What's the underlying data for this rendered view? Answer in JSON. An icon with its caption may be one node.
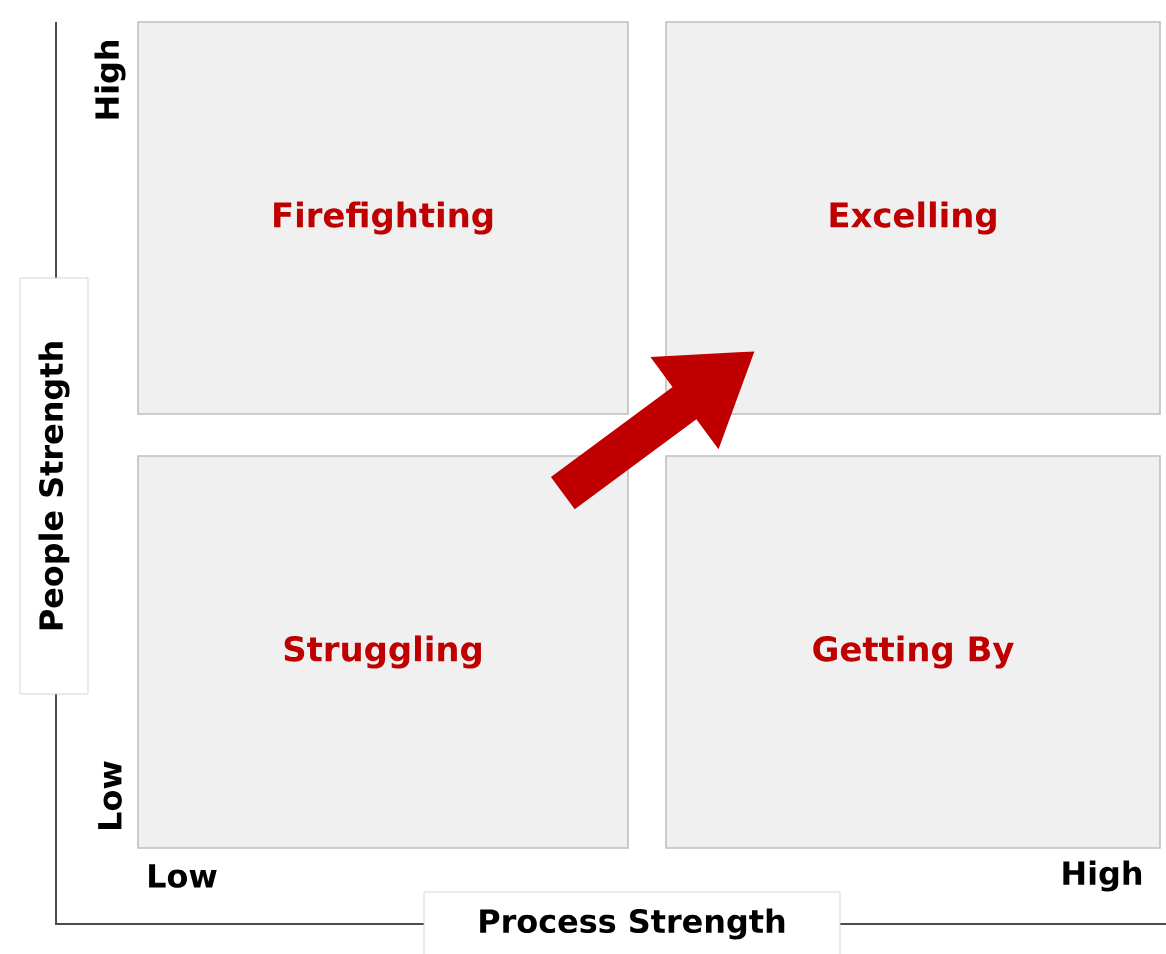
{
  "diagram": {
    "nodes": [
      {
        "text": [
          "Firefighting"
        ]
      },
      {
        "text": [
          "Excelling"
        ]
      },
      {
        "text": [
          "Struggling"
        ]
      },
      {
        "text": [
          "Getting By"
        ]
      }
    ],
    "edges": [
      {
        "from": 2,
        "to": 1,
        "arrow": "to",
        "color": "#c00000"
      }
    ],
    "labels": [
      "High",
      "People Strength",
      "Low",
      "Low",
      "Process Strength",
      "High"
    ]
  }
}
